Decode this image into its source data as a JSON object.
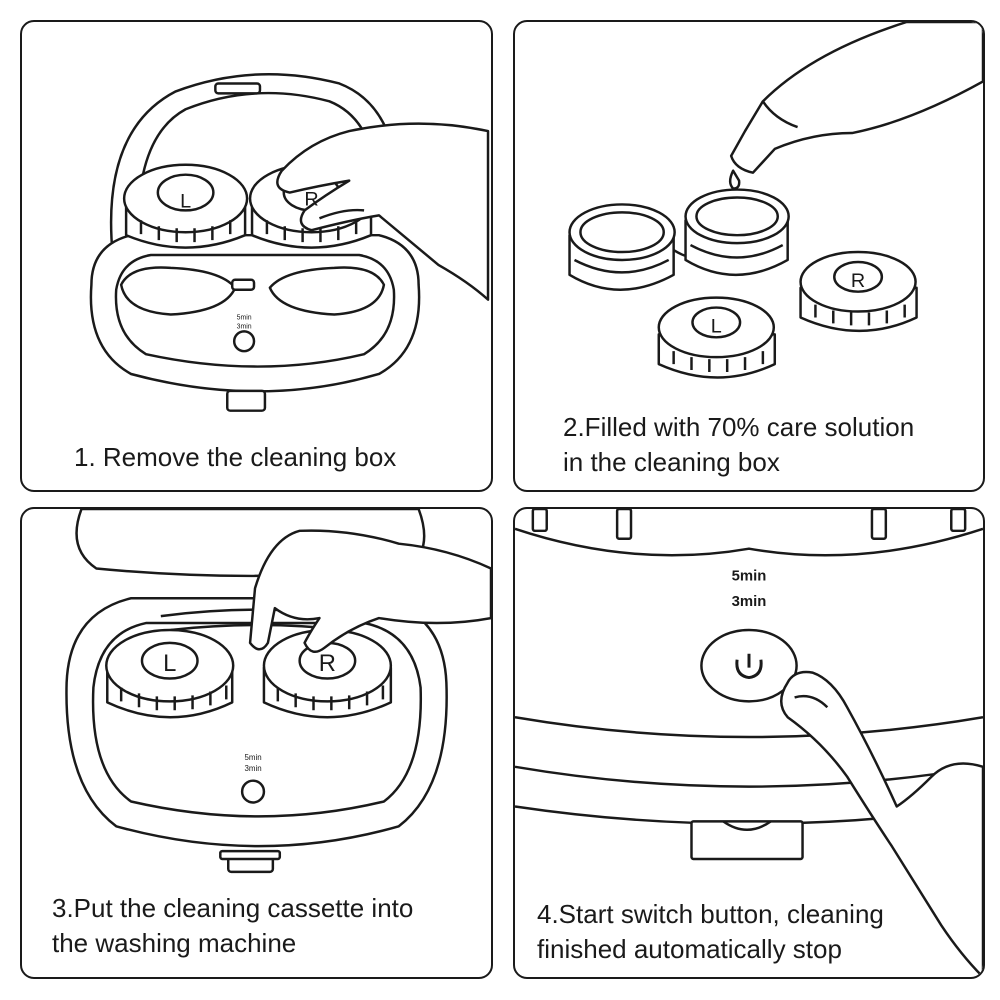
{
  "steps": [
    {
      "line1": "1. Remove the cleaning box",
      "line2": ""
    },
    {
      "line1": "2.Filled with 70% care solution",
      "line2": "in the cleaning box"
    },
    {
      "line1": "3.Put the cleaning cassette into",
      "line2": "the washing machine"
    },
    {
      "line1": "4.Start switch button, cleaning",
      "line2": "finished automatically stop"
    }
  ],
  "lens_caps": {
    "left": "L",
    "right": "R"
  },
  "timer_labels": {
    "top": "5min",
    "bottom": "3min"
  },
  "colors": {
    "line": "#1a1a1a",
    "fill": "#ffffff"
  }
}
